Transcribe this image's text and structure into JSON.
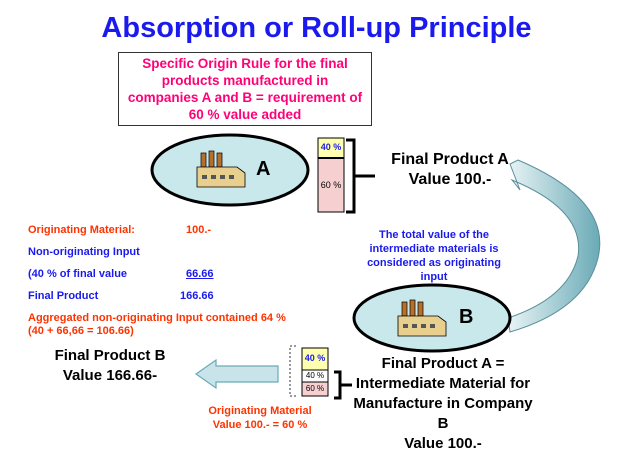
{
  "title": "Absorption or Roll-up Principle",
  "rule_box": "Specific Origin Rule for the final products manufactured in companies A and B = requirement of 60 % value added",
  "company_a": {
    "label": "A",
    "bar_top": "40 %",
    "bar_bottom": "60 %"
  },
  "final_product_a": {
    "line1": "Final Product A",
    "line2": "Value 100.-"
  },
  "note_blue": "The total value of the intermediate materials is considered as originating input",
  "company_b": {
    "label": "B",
    "bar_top": "40 %",
    "bar_mid": "40 %",
    "bar_bottom": "60 %"
  },
  "final_product_a_b": {
    "line1": "Final Product A =",
    "line2": "Intermediate Material for",
    "line3": "Manufacture in Company B",
    "line4": "Value 100.-"
  },
  "calc": {
    "originating_label": "Originating Material:",
    "originating_value": "100.-",
    "non_orig_label": "Non-originating Input",
    "pct_label": "(40 % of final value",
    "pct_value": "66.66",
    "final_label": "Final Product",
    "final_value": "166.66",
    "aggregated_line1": "Aggregated non-originating Input contained 64 %",
    "aggregated_line2": "(40 + 66,66 = 106.66)"
  },
  "final_product_b": {
    "line1": "Final Product B",
    "line2": "Value 166.66-"
  },
  "orig_material_note": {
    "line1": "Originating Material",
    "line2": "Value 100.- = 60 %"
  },
  "colors": {
    "title": "#1a1aee",
    "pink": "#ff0077",
    "red": "#ff3300",
    "ellipse": "#c8e8ec",
    "arrow": "#7ab8c4"
  }
}
